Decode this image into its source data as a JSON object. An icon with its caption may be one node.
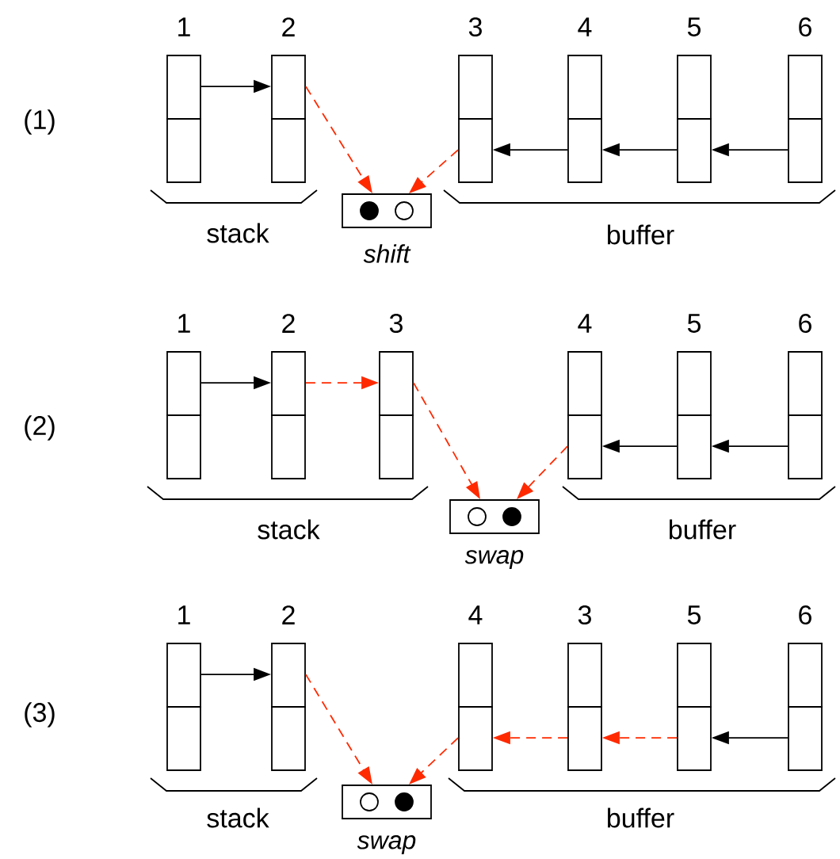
{
  "diagram": {
    "nodes": [
      {
        "text": [
          "1"
        ]
      },
      {
        "text": [
          "2"
        ]
      },
      {
        "text": [
          "3"
        ]
      },
      {
        "text": [
          "4"
        ]
      },
      {
        "text": [
          "5"
        ]
      },
      {
        "text": [
          "6"
        ]
      },
      {
        "text": [],
        "shape": "box",
        "beside": [
          "shift"
        ]
      },
      {
        "text": [
          "1"
        ]
      },
      {
        "text": [
          "2"
        ]
      },
      {
        "text": [
          "3"
        ]
      },
      {
        "text": [
          "4"
        ]
      },
      {
        "text": [
          "5"
        ]
      },
      {
        "text": [
          "6"
        ]
      },
      {
        "text": [],
        "shape": "box",
        "beside": [
          "swap"
        ]
      },
      {
        "text": [
          "1"
        ]
      },
      {
        "text": [
          "2"
        ]
      },
      {
        "text": [
          "4"
        ]
      },
      {
        "text": [
          "3"
        ]
      },
      {
        "text": [
          "5"
        ]
      },
      {
        "text": [
          "6"
        ]
      },
      {
        "text": [],
        "shape": "box",
        "beside": [
          "swap"
        ]
      }
    ],
    "edges": [
      {
        "from": 0,
        "to": 1,
        "arrow": "to"
      },
      {
        "from": 1,
        "to": 6,
        "arrow": "to",
        "style": "dashed",
        "color": "#ff2a00"
      },
      {
        "from": 2,
        "to": 6,
        "arrow": "to",
        "style": "dashed",
        "color": "#ff2a00"
      },
      {
        "from": 3,
        "to": 2,
        "arrow": "to"
      },
      {
        "from": 4,
        "to": 3,
        "arrow": "to"
      },
      {
        "from": 5,
        "to": 4,
        "arrow": "to"
      },
      {
        "from": 7,
        "to": 8,
        "arrow": "to"
      },
      {
        "from": 8,
        "to": 9,
        "arrow": "to",
        "style": "dashed",
        "color": "#ff2a00"
      },
      {
        "from": 9,
        "to": 13,
        "arrow": "to",
        "style": "dashed",
        "color": "#ff2a00"
      },
      {
        "from": 10,
        "to": 13,
        "arrow": "to",
        "style": "dashed",
        "color": "#ff2a00"
      },
      {
        "from": 11,
        "to": 10,
        "arrow": "to"
      },
      {
        "from": 12,
        "to": 11,
        "arrow": "to"
      },
      {
        "from": 14,
        "to": 15,
        "arrow": "to"
      },
      {
        "from": 15,
        "to": 20,
        "arrow": "to",
        "style": "dashed",
        "color": "#ff2a00"
      },
      {
        "from": 16,
        "to": 20,
        "arrow": "to",
        "style": "dashed",
        "color": "#ff2a00"
      },
      {
        "from": 17,
        "to": 16,
        "arrow": "to",
        "style": "dashed",
        "color": "#ff2a00"
      },
      {
        "from": 18,
        "to": 17,
        "arrow": "to",
        "style": "dashed",
        "color": "#ff2a00"
      },
      {
        "from": 19,
        "to": 18,
        "arrow": "to"
      }
    ],
    "labels": [
      "(1)",
      "stack",
      "buffer",
      "(2)",
      "stack",
      "buffer",
      "(3)",
      "stack",
      "buffer"
    ]
  }
}
